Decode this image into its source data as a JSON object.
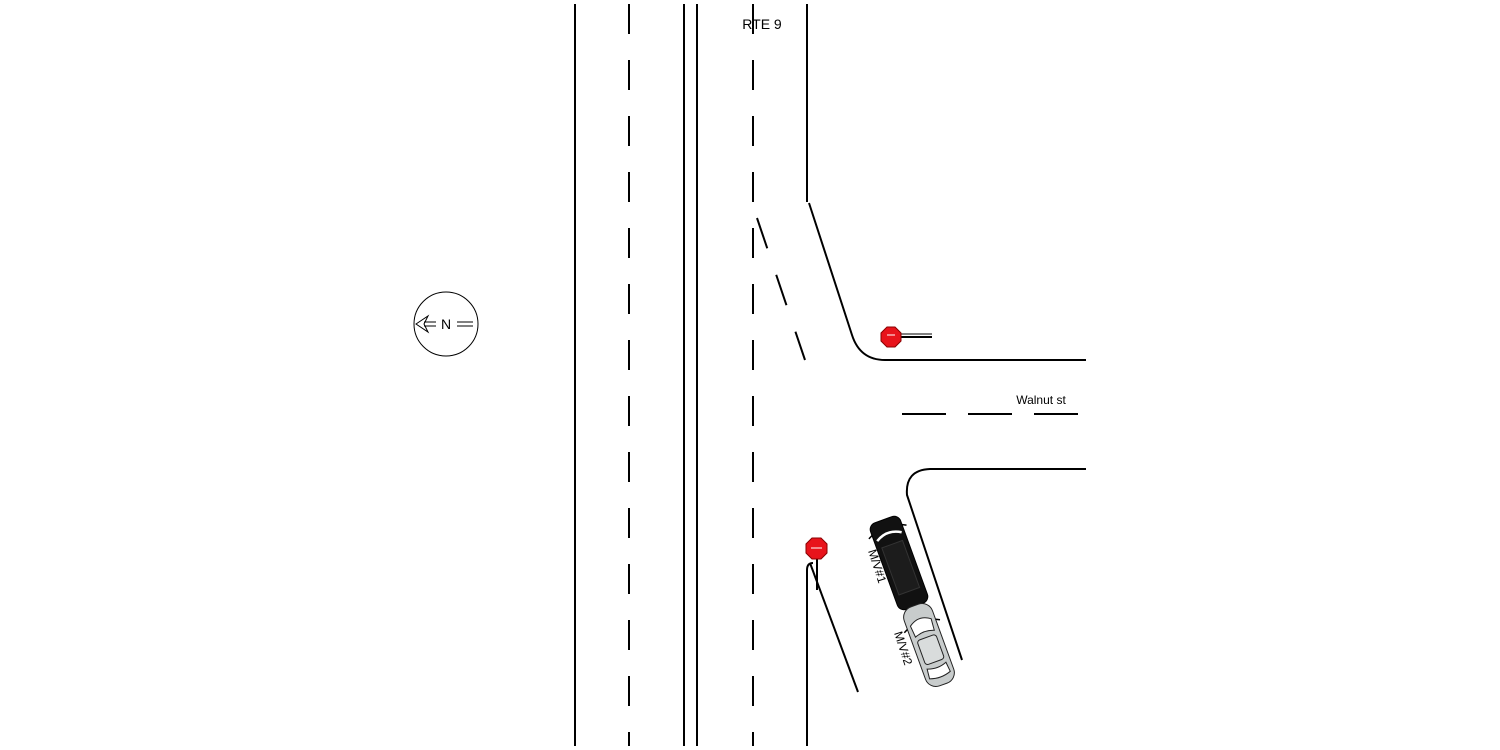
{
  "roads": {
    "main_road_label": "RTE 9",
    "side_road_label": "Walnut st"
  },
  "compass": {
    "label": "N",
    "direction": "left",
    "icon": "north-arrow-icon"
  },
  "vehicles": [
    {
      "label": "M/V#1",
      "color": "#111111"
    },
    {
      "label": "M/V#2",
      "color": "#c8cccc"
    }
  ],
  "signs": [
    {
      "type": "stop",
      "color": "#e8131b"
    },
    {
      "type": "stop",
      "color": "#e8131b"
    }
  ]
}
